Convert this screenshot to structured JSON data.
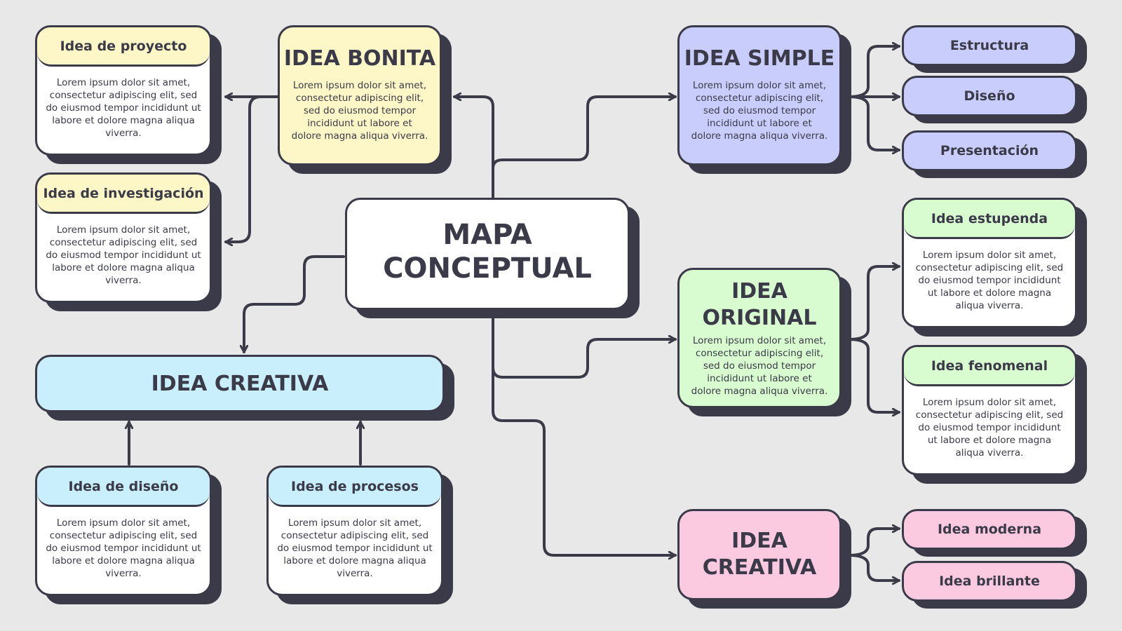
{
  "colors": {
    "background": "#e8e8e8",
    "outline": "#3a3a48",
    "yellow": "#fdf6c6",
    "blue": "#c9eefc",
    "purple": "#c8cdfb",
    "green": "#d8fbcf",
    "pink": "#fccae0"
  },
  "lorem": "Lorem ipsum dolor sit amet, consectetur adipiscing elit, sed do eiusmod tempor incididunt ut labore et dolore magna aliqua viverra.",
  "center": {
    "title_line1": "MAPA",
    "title_line2": "CONCEPTUAL"
  },
  "idea_bonita": {
    "title": "IDEA BONITA",
    "text": "Lorem ipsum dolor sit amet, consectetur adipiscing elit, sed do eiusmod tempor incididunt ut labore et dolore magna aliqua viverra."
  },
  "idea_proyecto": {
    "title": "Idea de proyecto",
    "text": "Lorem ipsum dolor sit amet, consectetur adipiscing elit, sed do eiusmod tempor incididunt ut labore et dolore magna aliqua viverra."
  },
  "idea_investigacion": {
    "title": "Idea de investigación",
    "text": "Lorem ipsum dolor sit amet, consectetur adipiscing elit, sed do eiusmod tempor incididunt ut labore et dolore magna aliqua viverra."
  },
  "idea_creativa_main": {
    "title": "IDEA CREATIVA"
  },
  "idea_diseno": {
    "title": "Idea de diseño",
    "text": "Lorem ipsum dolor sit amet, consectetur adipiscing elit, sed do eiusmod tempor incididunt ut labore et dolore magna aliqua viverra."
  },
  "idea_procesos": {
    "title": "Idea de procesos",
    "text": "Lorem ipsum dolor sit amet, consectetur adipiscing elit, sed do eiusmod tempor incididunt ut labore et dolore magna aliqua viverra."
  },
  "idea_simple": {
    "title": "IDEA SIMPLE",
    "text": "Lorem ipsum dolor sit amet, consectetur adipiscing elit, sed do eiusmod tempor incididunt ut labore et dolore magna aliqua viverra."
  },
  "simple_children": [
    "Estructura",
    "Diseño",
    "Presentación"
  ],
  "idea_original": {
    "title_line1": "IDEA",
    "title_line2": "ORIGINAL",
    "text": "Lorem ipsum dolor sit amet, consectetur adipiscing elit, sed do eiusmod tempor incididunt ut labore et dolore magna aliqua viverra."
  },
  "idea_estupenda": {
    "title": "Idea estupenda",
    "text": "Lorem ipsum dolor sit amet, consectetur adipiscing elit, sed do eiusmod tempor incididunt ut labore et dolore magna aliqua viverra."
  },
  "idea_fenomenal": {
    "title": "Idea fenomenal",
    "text": "Lorem ipsum dolor sit amet, consectetur adipiscing elit, sed do eiusmod tempor incididunt ut labore et dolore magna aliqua viverra."
  },
  "idea_creativa_right": {
    "title_line1": "IDEA",
    "title_line2": "CREATIVA"
  },
  "creativa_children": [
    "Idea moderna",
    "Idea brillante"
  ]
}
